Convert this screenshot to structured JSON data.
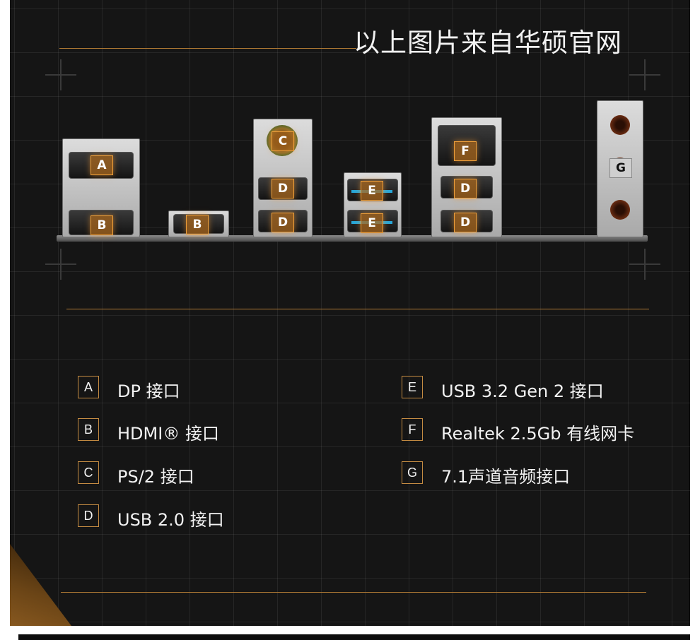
{
  "credit_text": "以上图片来自华硕官网",
  "io_ports": [
    {
      "id": "A",
      "label": "A"
    },
    {
      "id": "B1",
      "label": "B"
    },
    {
      "id": "B2",
      "label": "B"
    },
    {
      "id": "C",
      "label": "C"
    },
    {
      "id": "D1",
      "label": "D"
    },
    {
      "id": "D2",
      "label": "D"
    },
    {
      "id": "E1",
      "label": "E"
    },
    {
      "id": "E2",
      "label": "E"
    },
    {
      "id": "F",
      "label": "F"
    },
    {
      "id": "D3",
      "label": "D"
    },
    {
      "id": "D4",
      "label": "D"
    },
    {
      "id": "G",
      "label": "G"
    }
  ],
  "legend": [
    {
      "letter": "A",
      "text": "DP 接口"
    },
    {
      "letter": "B",
      "text": "HDMI® 接口"
    },
    {
      "letter": "C",
      "text": "PS/2 接口"
    },
    {
      "letter": "D",
      "text": "USB 2.0 接口"
    },
    {
      "letter": "E",
      "text": "USB 3.2 Gen 2 接口"
    },
    {
      "letter": "F",
      "text": "Realtek 2.5Gb 有线网卡"
    },
    {
      "letter": "G",
      "text": "7.1声道音频接口"
    }
  ],
  "colors": {
    "accent": "#c48b42",
    "background": "#151515",
    "text": "#f2f2f2",
    "usb3": "#28a7d8"
  }
}
